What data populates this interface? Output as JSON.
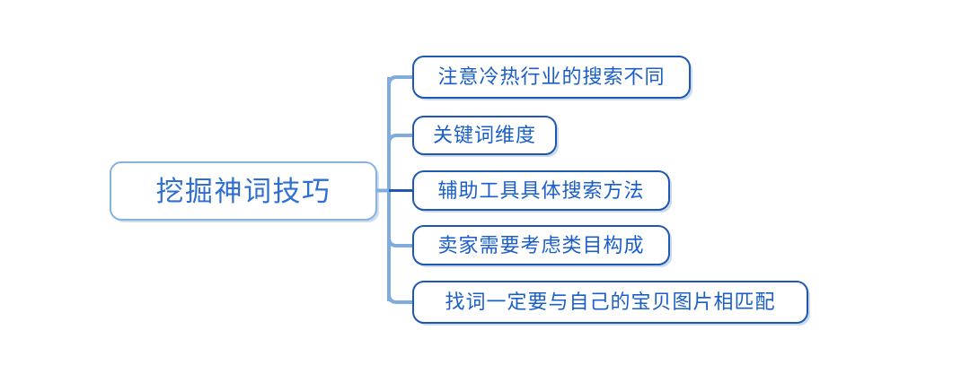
{
  "diagram": {
    "type": "mind-map",
    "title": "挖掘神词技巧",
    "orientation": "left-to-right",
    "colors": {
      "background": "#ffffff",
      "root_border": "#87B2E0",
      "root_text": "#2E6FD0",
      "child_border": "#1F58B0",
      "child_text": "#1A5FC8",
      "trunk_line": "#7FACDE",
      "branch_line": "#7FACDE",
      "center_line": "#1F58B0",
      "shadow": "#A0BCDC"
    },
    "root": {
      "label": "挖掘神词技巧"
    },
    "branches": [
      {
        "label": "注意冷热行业的搜索不同"
      },
      {
        "label": "关键词维度"
      },
      {
        "label": "辅助工具具体搜索方法"
      },
      {
        "label": "卖家需要考虑类目构成"
      },
      {
        "label": "找词一定要与自己的宝贝图片相匹配"
      }
    ]
  }
}
